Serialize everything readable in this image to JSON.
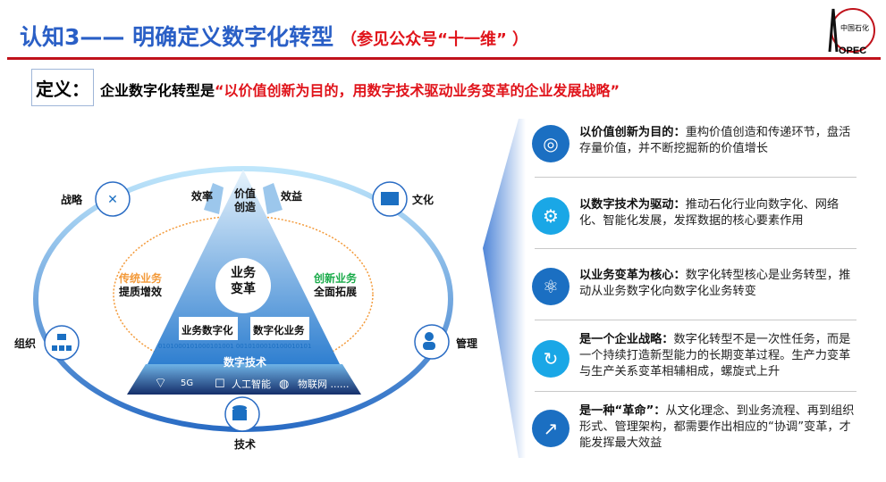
{
  "header": {
    "title": "认知3—— 明确定义数字化转型",
    "subtitle": "（参见公众号“十一维” ）",
    "logo_text": "SINOPEC 中国石化"
  },
  "definition": {
    "label": "定义：",
    "lead": "企业数字化转型是",
    "quote": "“以价值创新为目的，用数字技术驱动业务变革的企业发展战略”"
  },
  "diagram": {
    "outer": [
      "战略",
      "文化",
      "组织",
      "管理",
      "技术"
    ],
    "arrows": [
      "效率",
      "价值\n创造",
      "效益"
    ],
    "left_title": "传统业务",
    "left_sub": "提质增效",
    "right_title": "创新业务",
    "right_sub": "全面拓展",
    "center": "业务\n变革",
    "box_left": "业务数字化",
    "box_right": "数字化业务",
    "base_title": "数字技术",
    "tech": [
      "5G",
      "人工智能",
      "物联网 ......"
    ],
    "binary": "0101000101000101001 0010100010100010101"
  },
  "colors": {
    "blue": "#2a5fc6",
    "red": "#e0141b",
    "orange": "#f39a3a",
    "green": "#1aab4a"
  },
  "items": [
    {
      "icon": "target-icon",
      "color": "#1b6fc2",
      "bold": "以价值创新为目的：",
      "text": "重构价值创造和传递环节，盘活存量价值，并不断挖掘新的价值增长"
    },
    {
      "icon": "gears-icon",
      "color": "#1aa7e6",
      "bold": "以数字技术为驱动：",
      "text": "推动石化行业向数字化、网络化、智能化发展，发挥数据的核心要素作用"
    },
    {
      "icon": "atom-icon",
      "color": "#1b6fc2",
      "bold": "以业务变革为核心：",
      "text": "数字化转型核心是业务转型，推动从业务数字化向数字化业务转变"
    },
    {
      "icon": "cycle-icon",
      "color": "#1aa7e6",
      "bold": "是一个企业战略：",
      "text": "数字化转型不是一次性任务，而是一个持续打造新型能力的长期变革过程。生产力变革与生产关系变革相辅相成，螺旋式上升"
    },
    {
      "icon": "growth-chart-icon",
      "color": "#1b6fc2",
      "bold": "是一种“革命”：",
      "text": "从文化理念、到业务流程、再到组织形式、管理架构，都需要作出相应的“协调”变革，才能发挥最大效益"
    }
  ]
}
